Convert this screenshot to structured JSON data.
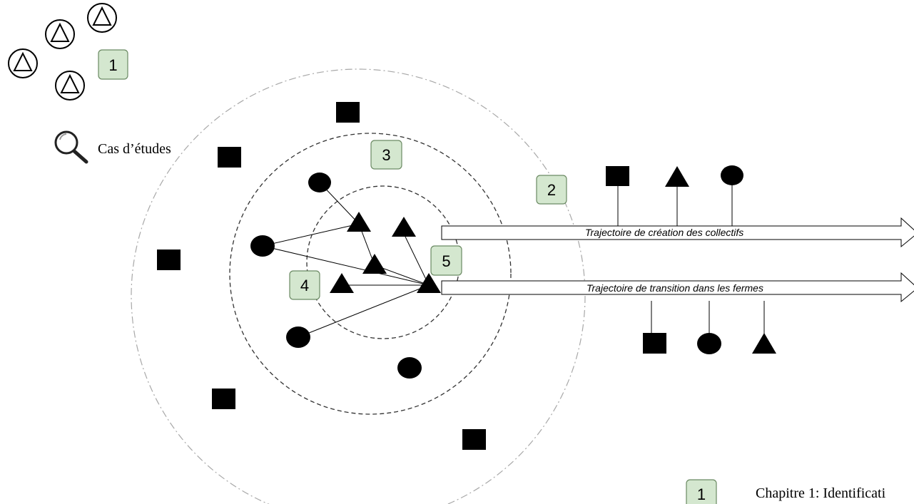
{
  "case_study_label": "Cas d’études",
  "badges": {
    "b1": "1",
    "b2": "2",
    "b3": "3",
    "b4": "4",
    "b5": "5",
    "legend": "1"
  },
  "arrows": {
    "creation": "Trajectoire de création des collectifs",
    "transition": "Trajectoire de transition dans les fermes"
  },
  "legend": {
    "chapter1_text": "Chapitre 1: Identificati"
  },
  "colors": {
    "badge_fill": "#d4e7cf",
    "badge_stroke": "#6b8a63",
    "ink": "#000000",
    "outer_circle": "#a8a8a8"
  }
}
